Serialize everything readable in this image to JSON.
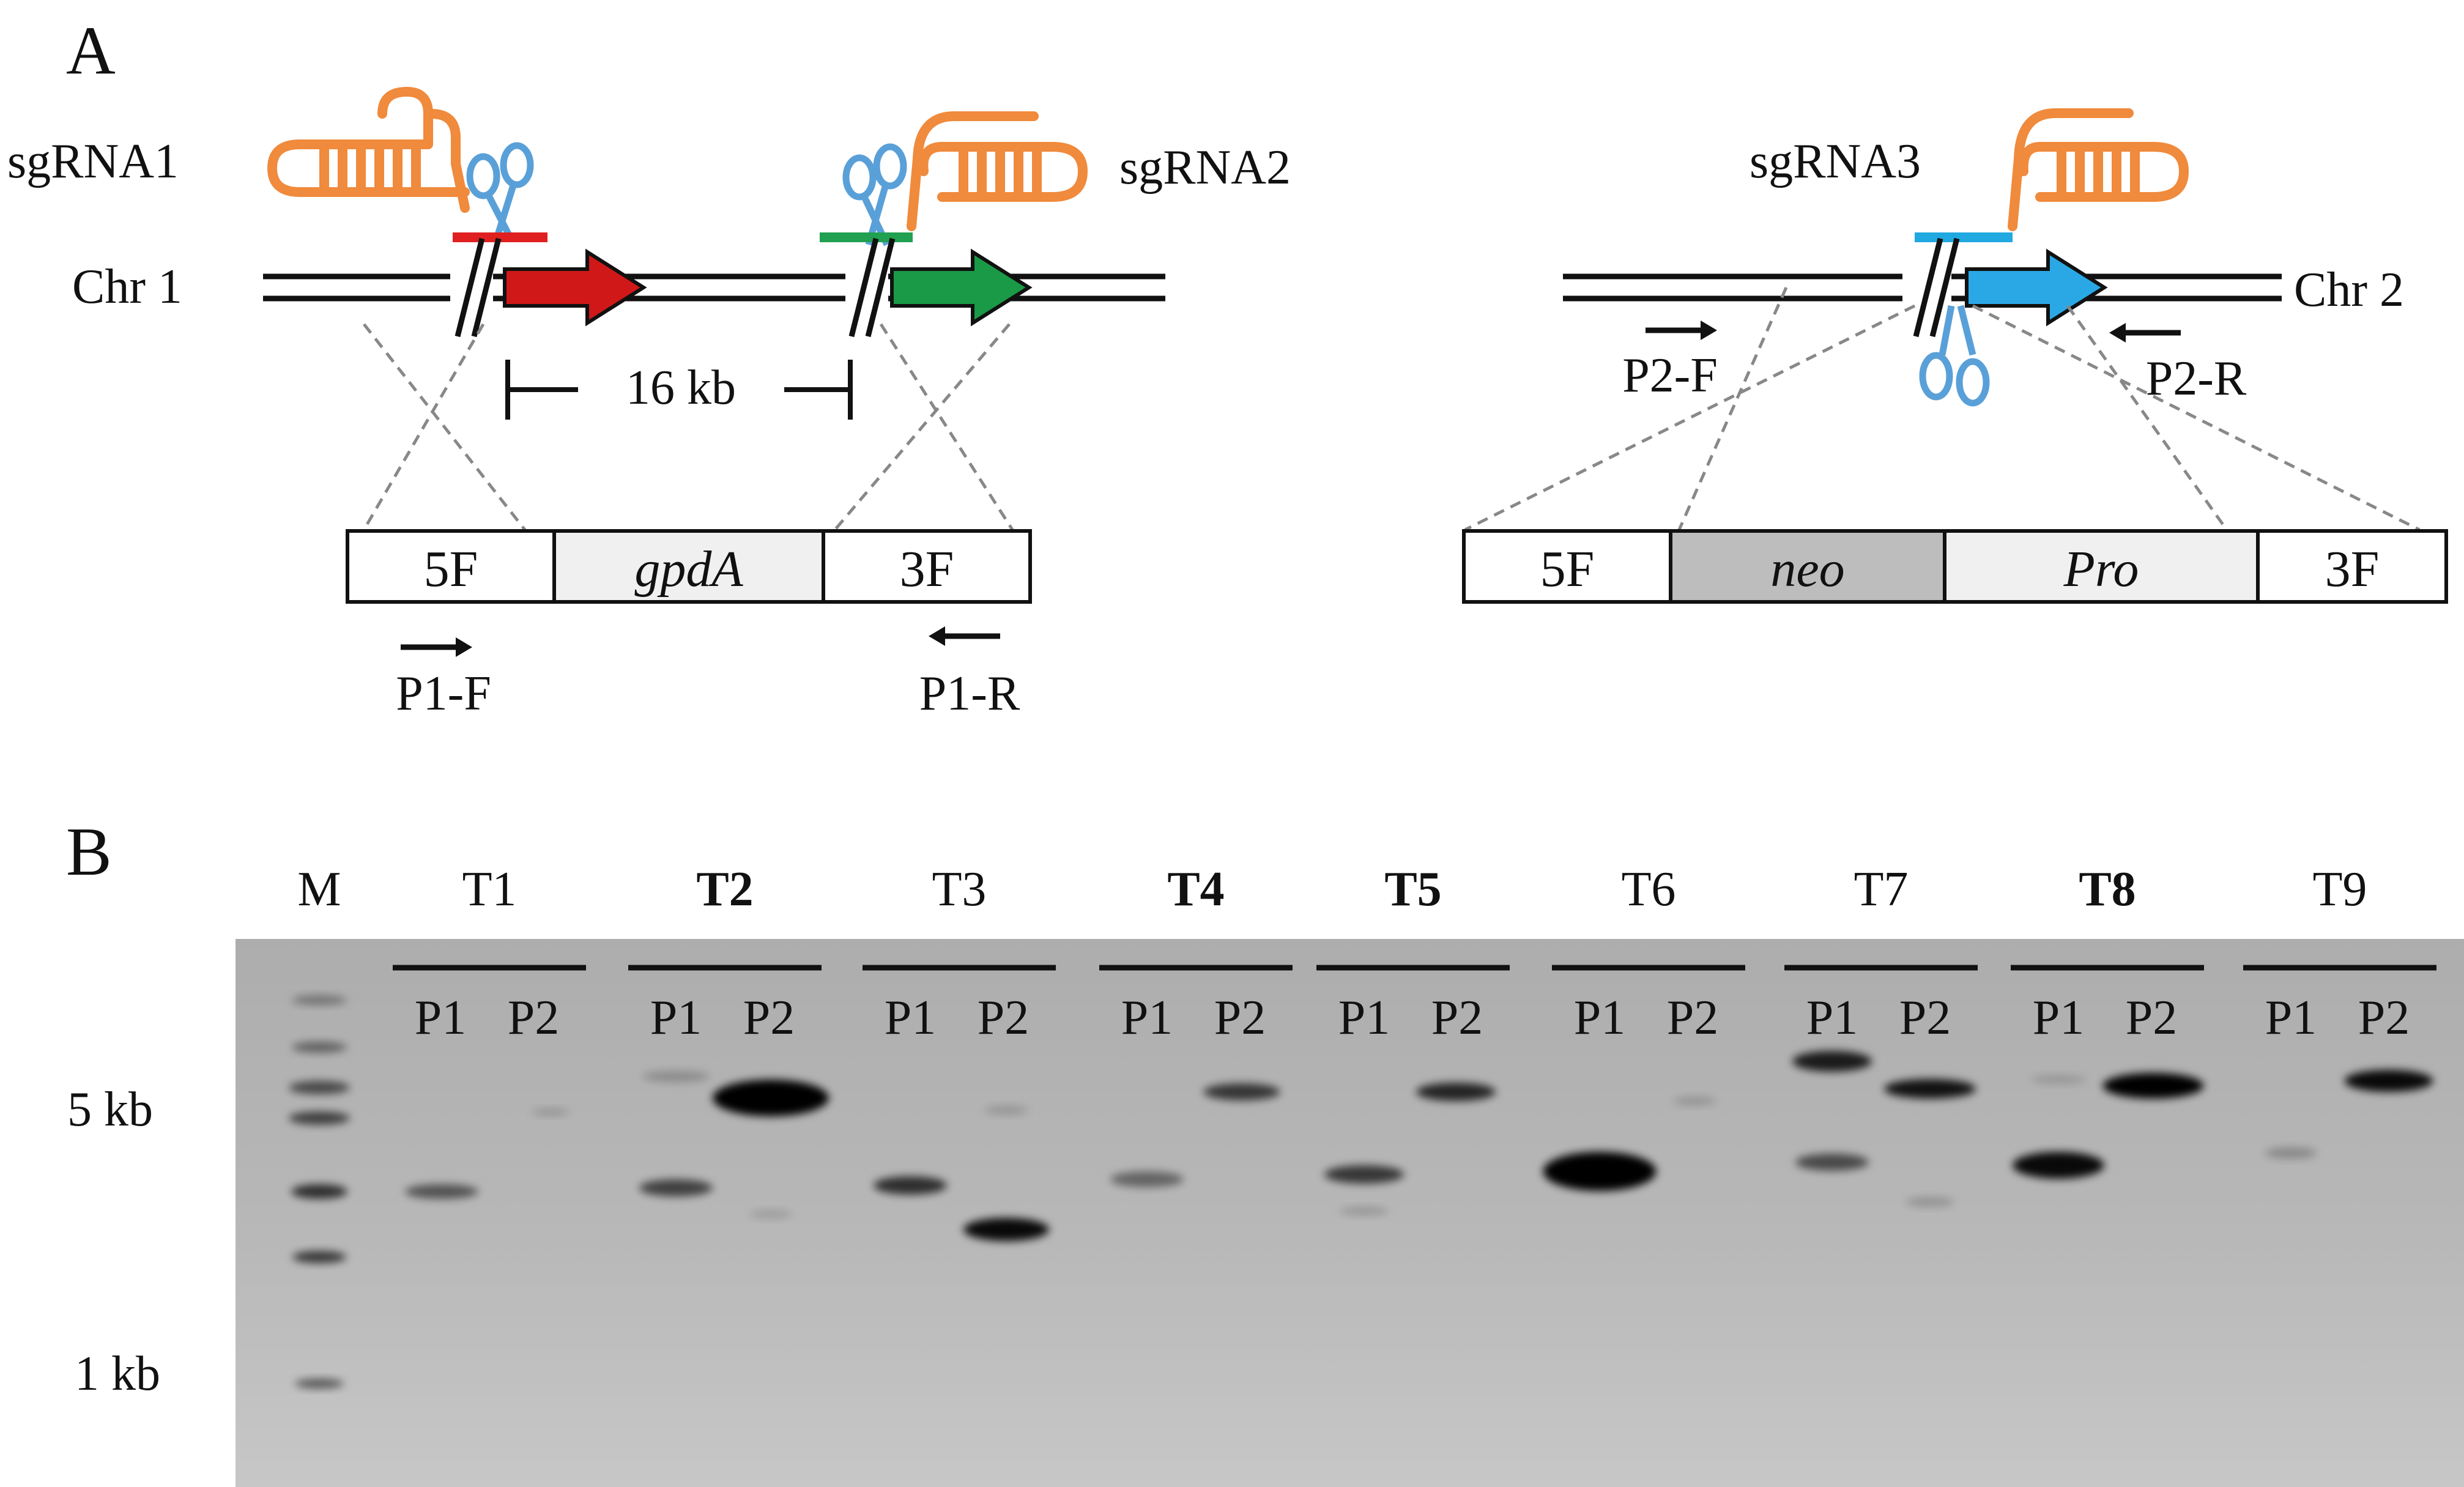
{
  "panel_a": {
    "label": "A",
    "left": {
      "sgrna1": "sgRNA1",
      "sgrna2": "sgRNA2",
      "chr": "Chr 1",
      "distance": "16 kb",
      "construct": [
        "5F",
        "gpdA",
        "3F"
      ],
      "primer_f": "P1-F",
      "primer_r": "P1-R"
    },
    "right": {
      "sgrna3": "sgRNA3",
      "chr": "Chr 2",
      "primer_f": "P2-F",
      "primer_r": "P2-R",
      "construct": [
        "5F",
        "neo",
        "Pro",
        "3F"
      ]
    },
    "colors": {
      "sgrna": "#f08a3c",
      "gene1": "#d01818",
      "gene2": "#1a9a46",
      "gene3": "#2aa8e6",
      "target1": "#e02020",
      "target2": "#20a050",
      "target3": "#20a8e0",
      "neo_fill": "#bdbdbd",
      "light_fill": "#f0f0f0"
    }
  },
  "panel_b": {
    "label": "B",
    "marker_label": "M",
    "size_labels": [
      "5 kb",
      "1 kb"
    ],
    "samples": [
      {
        "name": "T1",
        "bold": false
      },
      {
        "name": "T2",
        "bold": true
      },
      {
        "name": "T3",
        "bold": false
      },
      {
        "name": "T4",
        "bold": true
      },
      {
        "name": "T5",
        "bold": true
      },
      {
        "name": "T6",
        "bold": false
      },
      {
        "name": "T7",
        "bold": false
      },
      {
        "name": "T8",
        "bold": true
      },
      {
        "name": "T9",
        "bold": false
      }
    ],
    "lane_labels": [
      "P1",
      "P2"
    ],
    "gel_color": "#b4b4b4"
  }
}
